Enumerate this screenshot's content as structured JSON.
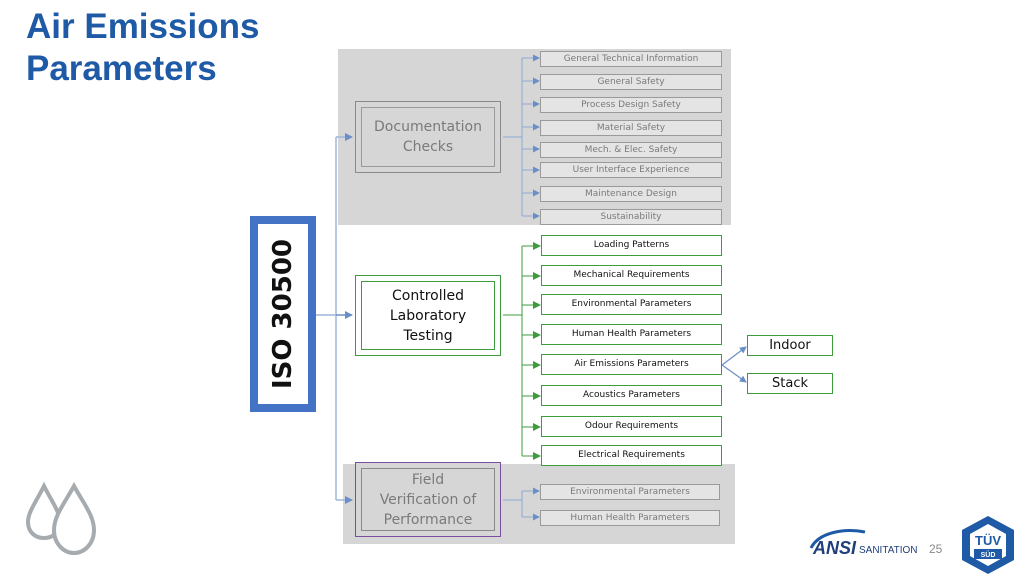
{
  "title_line1": "Air Emissions",
  "title_line2": "Parameters",
  "iso": "ISO 30500",
  "categories": {
    "documentation": [
      "Documentation",
      "Checks"
    ],
    "lab": [
      "Controlled",
      "Laboratory",
      "Testing"
    ],
    "field": [
      "Field",
      "Verification of",
      "Performance"
    ]
  },
  "doc_items": [
    "General Technical Information",
    "General Safety",
    "Process Design Safety",
    "Material Safety",
    "Mech. & Elec. Safety",
    "User Interface Experience",
    "Maintenance Design",
    "Sustainability"
  ],
  "lab_items": [
    "Loading Patterns",
    "Mechanical Requirements",
    "Environmental Parameters",
    "Human Health Parameters",
    "Air Emissions Parameters",
    "Acoustics Parameters",
    "Odour Requirements",
    "Electrical Requirements"
  ],
  "field_items": [
    "Environmental Parameters",
    "Human Health Parameters"
  ],
  "air_sub": [
    "Indoor",
    "Stack"
  ],
  "footer": {
    "ansi": "ANSI",
    "sanitation": "SANITATION",
    "page": "25",
    "tuv": "TÜV",
    "sud": "SÜD"
  },
  "colors": {
    "title": "#1f5aa6",
    "iso_frame": "#4472c4",
    "green": "#3e9b3e",
    "panel_grey": "#d6d6d6",
    "connector": "#6a8fc8"
  }
}
